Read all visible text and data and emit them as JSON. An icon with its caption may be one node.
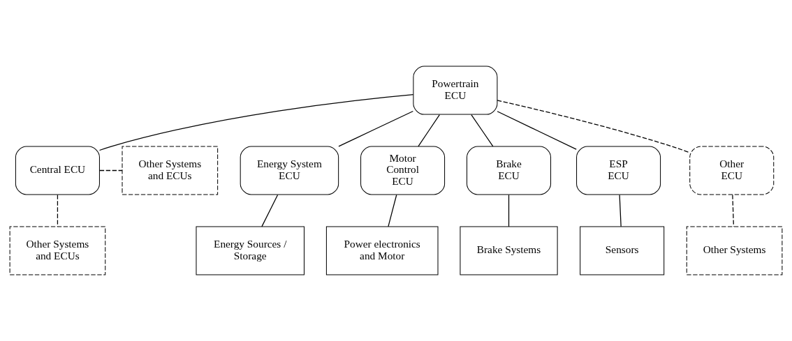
{
  "diagram": {
    "nodes": [
      {
        "text": [
          "Central ECU"
        ]
      },
      {
        "text": [
          "Other Systems and ECUs"
        ]
      },
      {
        "text": [
          "Other Systems and ECUs"
        ]
      },
      {
        "text": [
          "Powertrain ECU"
        ]
      },
      {
        "text": [
          "Energy System ECU"
        ]
      },
      {
        "text": [
          "Motor Control ECU"
        ]
      },
      {
        "text": [
          "Brake ECU"
        ]
      },
      {
        "text": [
          "ESP ECU"
        ]
      },
      {
        "text": [
          "Other ECU"
        ]
      },
      {
        "text": [
          "Energy Sources / Storage"
        ]
      },
      {
        "text": [
          "Power electronics and Motor"
        ]
      },
      {
        "text": [
          "Brake Systems"
        ]
      },
      {
        "text": [
          "Sensors"
        ]
      },
      {
        "text": [
          "Other Systems"
        ]
      }
    ],
    "edges": [
      {
        "from": 3,
        "to": 0,
        "arrow": "none"
      },
      {
        "from": 0,
        "to": 1,
        "arrow": "none",
        "style": "dashed"
      },
      {
        "from": 0,
        "to": 2,
        "arrow": "none",
        "style": "dashed"
      },
      {
        "from": 3,
        "to": 4,
        "arrow": "none"
      },
      {
        "from": 3,
        "to": 5,
        "arrow": "none"
      },
      {
        "from": 3,
        "to": 6,
        "arrow": "none"
      },
      {
        "from": 3,
        "to": 7,
        "arrow": "none"
      },
      {
        "from": 3,
        "to": 8,
        "arrow": "none",
        "style": "dashed"
      },
      {
        "from": 4,
        "to": 9,
        "arrow": "none"
      },
      {
        "from": 5,
        "to": 10,
        "arrow": "none"
      },
      {
        "from": 6,
        "to": 11,
        "arrow": "none"
      },
      {
        "from": 7,
        "to": 12,
        "arrow": "none"
      },
      {
        "from": 8,
        "to": 13,
        "arrow": "none",
        "style": "dashed"
      }
    ]
  }
}
